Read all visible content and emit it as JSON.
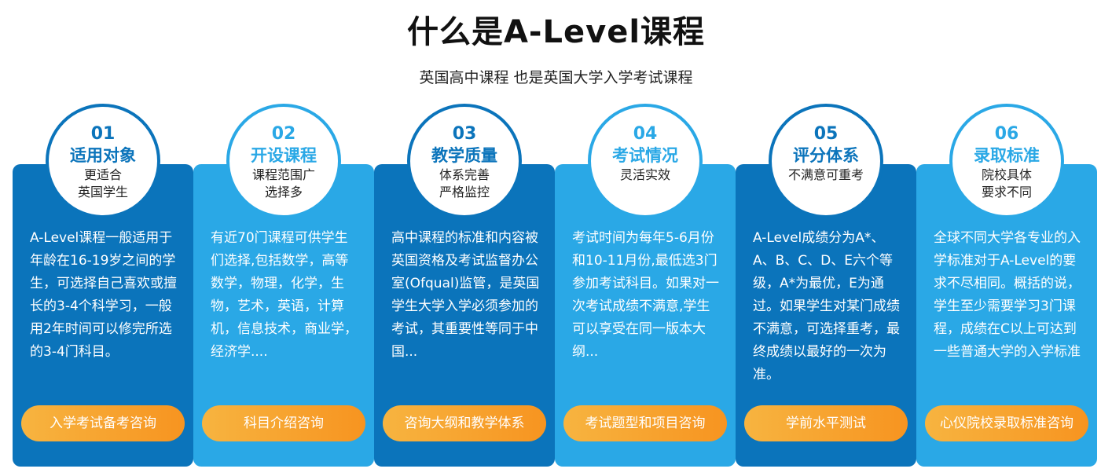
{
  "header": {
    "title": "什么是A-Level课程",
    "subtitle": "英国高中课程 也是英国大学入学考试课程",
    "colors": {
      "dark": "#0b74bb",
      "light": "#2aa8e6",
      "button": "#f79420",
      "underline": "#6fb6e6"
    }
  },
  "cards": [
    {
      "number": "01",
      "heading": "适用对象",
      "sub": "更适合\n英国学生",
      "theme": "dark",
      "description": "A-Level课程一般适用于年龄在16-19岁之间的学生，可选择自己喜欢或擅长的3-4个科学习，一般用2年时间可以修完所选的3-4门科目。",
      "button": "入学考试备考咨询"
    },
    {
      "number": "02",
      "heading": "开设课程",
      "sub": "课程范围广\n选择多",
      "theme": "light",
      "description": "有近70门课程可供学生们选择,包括数学，高等数学，物理，化学，生物，艺术，英语，计算机，信息技术，商业学，经济学....",
      "button": "科目介绍咨询"
    },
    {
      "number": "03",
      "heading": "教学质量",
      "sub": "体系完善\n严格监控",
      "theme": "dark",
      "description": "高中课程的标准和内容被英国资格及考试监督办公室(Ofqual)监管，是英国学生大学入学必须参加的考试，其重要性等同于中国...",
      "button": "咨询大纲和教学体系"
    },
    {
      "number": "04",
      "heading": "考试情况",
      "sub": "灵活实效",
      "theme": "light",
      "description": "考试时间为每年5-6月份和10-11月份,最低选3门参加考试科目。如果对一次考试成绩不满意,学生可以享受在同一版本大纲...",
      "button": "考试题型和项目咨询"
    },
    {
      "number": "05",
      "heading": "评分体系",
      "sub": "不满意可重考",
      "theme": "dark",
      "description": "A-Level成绩分为A*、A、B、C、D、E六个等级，A*为最优，E为通过。如果学生对某门成绩不满意，可选择重考，最终成绩以最好的一次为准。",
      "button": "学前水平测试"
    },
    {
      "number": "06",
      "heading": "录取标准",
      "sub": "院校具体\n要求不同",
      "theme": "light",
      "description": "全球不同大学各专业的入学标准对于A-Level的要求不尽相同。概括的说，学生至少需要学习3门课程，成绩在C以上可达到一些普通大学的入学标准",
      "button": "心仪院校录取标准咨询"
    }
  ]
}
